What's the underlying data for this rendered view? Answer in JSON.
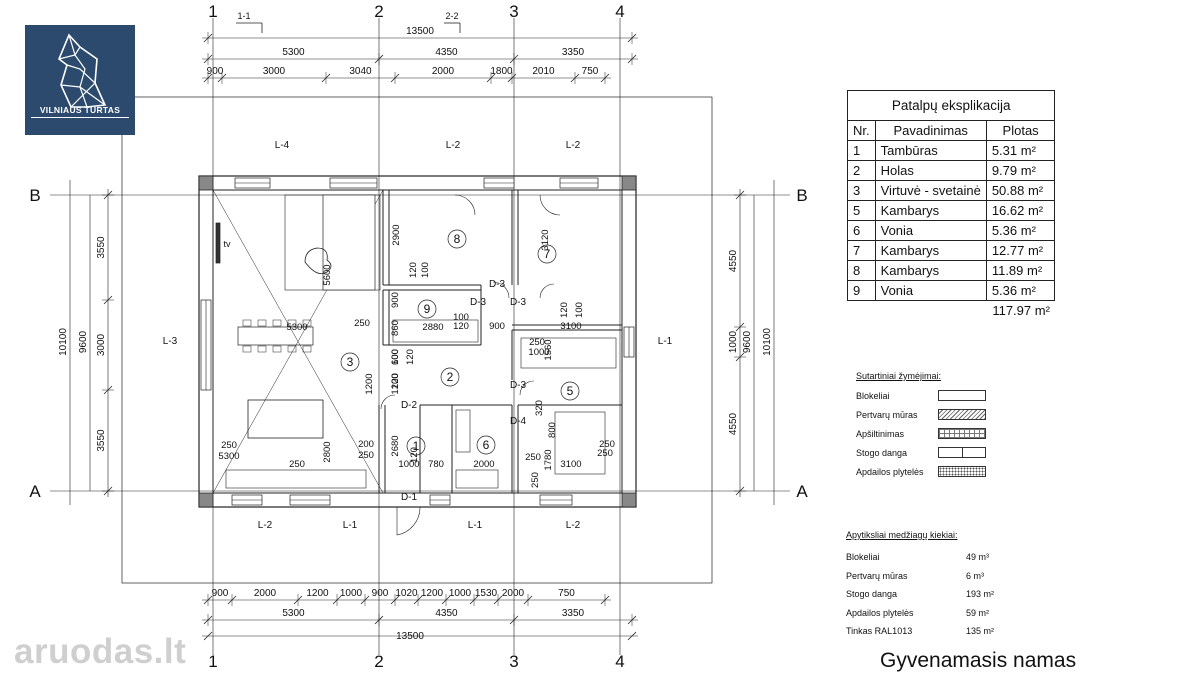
{
  "logo": {
    "text": "VILNIAUS TURTAS"
  },
  "watermark": {
    "text": "aruodas.lt"
  },
  "title": "Gyvenamasis namas",
  "axes": {
    "columns": [
      "1",
      "2",
      "3",
      "4"
    ],
    "rows": [
      "B",
      "A"
    ],
    "sections": [
      "1-1",
      "2-2"
    ]
  },
  "dimensions": {
    "top_total": "13500",
    "top_main": [
      "5300",
      "4350",
      "3350"
    ],
    "top_detail": [
      "900",
      "3000",
      "3040",
      "2000",
      "1800",
      "2010",
      "750"
    ],
    "bottom_total": "13500",
    "bottom_main": [
      "5300",
      "4350",
      "3350"
    ],
    "bottom_detail": [
      "900",
      "2000",
      "1200",
      "1000",
      "900",
      "1020",
      "1200",
      "1000",
      "1530",
      "2000",
      "750"
    ],
    "left_detail": [
      "3550",
      "3000",
      "3550"
    ],
    "left_inner": "9600",
    "left_total": "10100",
    "right_detail": [
      "4550",
      "1000",
      "4550"
    ],
    "right_inner": "9600",
    "right_total": "10100"
  },
  "windows": {
    "top": [
      "L-4",
      "L-2",
      "L-2"
    ],
    "bottom": [
      "L-2",
      "L-1",
      "L-1",
      "L-2"
    ],
    "left": "L-3",
    "right": "L-1"
  },
  "doors": [
    "D-3",
    "D-3",
    "D-3",
    "D-3",
    "D-2",
    "D-4",
    "D-1"
  ],
  "rooms": [
    "1",
    "2",
    "3",
    "5",
    "6",
    "7",
    "8",
    "9"
  ],
  "furniture": {
    "tv": "tv"
  },
  "interior_dims": [
    "2900",
    "5600",
    "3120",
    "120",
    "100",
    "900",
    "5300",
    "250",
    "2880",
    "100",
    "120",
    "860",
    "100",
    "120",
    "120",
    "100",
    "900",
    "3100",
    "250",
    "1000",
    "1560",
    "600",
    "1200",
    "1200",
    "120",
    "320",
    "800",
    "200",
    "250",
    "2800",
    "2680",
    "1000",
    "120",
    "780",
    "2000",
    "250",
    "3100",
    "250",
    "250",
    "1780",
    "250",
    "250",
    "5300",
    "250"
  ],
  "explication": {
    "title": "Patalpų eksplikacija",
    "headers": [
      "Nr.",
      "Pavadinimas",
      "Plotas"
    ],
    "rows": [
      [
        "1",
        "Tambūras",
        "5.31 m²"
      ],
      [
        "2",
        "Holas",
        "9.79 m²"
      ],
      [
        "3",
        "Virtuvė - svetainė",
        "50.88 m²"
      ],
      [
        "5",
        "Kambarys",
        "16.62 m²"
      ],
      [
        "6",
        "Vonia",
        "5.36 m²"
      ],
      [
        "7",
        "Kambarys",
        "12.77 m²"
      ],
      [
        "8",
        "Kambarys",
        "11.89 m²"
      ],
      [
        "9",
        "Vonia",
        "5.36 m²"
      ]
    ],
    "total": "117.97 m²"
  },
  "legend": {
    "title": "Sutartiniai žymėjimai:",
    "items": [
      {
        "label": "Blokeliai",
        "pattern": "block"
      },
      {
        "label": "Pertvarų mūras",
        "pattern": "part"
      },
      {
        "label": "Apšiltinimas",
        "pattern": "insul"
      },
      {
        "label": "Stogo danga",
        "pattern": "roof"
      },
      {
        "label": "Apdailos plytelės",
        "pattern": "tile"
      }
    ]
  },
  "materials": {
    "title": "Apytiksliai medžiagų kiekiai:",
    "rows": [
      [
        "Blokeliai",
        "49 m³"
      ],
      [
        "Pertvarų mūras",
        "6 m³"
      ],
      [
        "Stogo danga",
        "193 m²"
      ],
      [
        "Apdailos plytelės",
        "59 m²"
      ],
      [
        "Tinkas RAL1013",
        "135 m²"
      ]
    ]
  },
  "colors": {
    "logo_bg": "#2b4a6d",
    "line": "#222222",
    "wall": "#ffffff"
  }
}
